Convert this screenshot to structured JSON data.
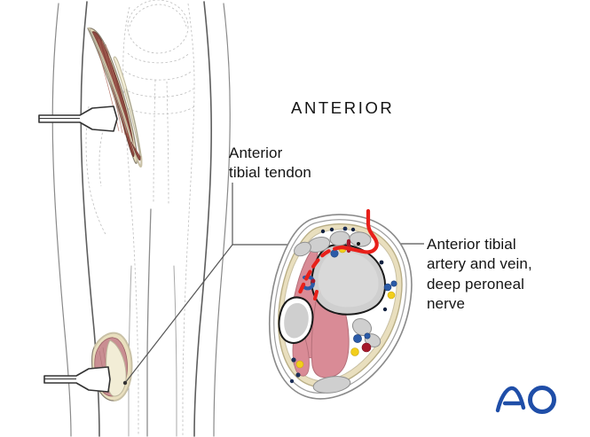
{
  "figure": {
    "title_orientation": "ANTERIOR",
    "description": "Anterior approach to the tibia: surgical exposure on leg with retractors, and axial cross-section of the lower leg",
    "background_color": "#ffffff"
  },
  "labels": {
    "orientation": "ANTERIOR",
    "tendon": "Anterior\ntibial tendon",
    "neurovascular": "Anterior tibial\nartery and vein,\ndeep peroneal\nnerve"
  },
  "logo": {
    "name": "AO",
    "color": "#1F4EA8"
  },
  "colors": {
    "muscle": "#D98B96",
    "muscle_dark": "#8E4A41",
    "bone": "#CCCCCC",
    "bone_outline": "#1A1A1A",
    "fascia": "#E9DFBE",
    "fascia_light": "#F3EBD4",
    "skin_outline": "#6E6E6E",
    "skin_faint": "#B9B9B9",
    "approach_line": "#E8201A",
    "vein": "#2B5BA8",
    "artery": "#A5182A",
    "nerve": "#F2CE1B",
    "leader_line": "#555555",
    "text": "#141414",
    "instrument_fill": "#FFFFFF",
    "instrument_outline": "#333333"
  },
  "leg_illustration": {
    "name": "anterolateral leg with two incisions",
    "incisions": [
      {
        "name": "proximal-incision",
        "contents": [
          "muscle",
          "tibia-bone-surface"
        ],
        "retractor": true
      },
      {
        "name": "distal-incision",
        "contents": [
          "muscle",
          "tibia-bone-surface"
        ],
        "retractor": true
      }
    ]
  },
  "cross_section": {
    "name": "axial-cross-section-lower-leg",
    "structures": [
      {
        "name": "tibia",
        "type": "bone"
      },
      {
        "name": "fibula",
        "type": "bone"
      },
      {
        "name": "anterior-tibial-tendon",
        "type": "tendon"
      },
      {
        "name": "anterior-compartment-muscle",
        "type": "muscle"
      },
      {
        "name": "deep-posterior-muscle",
        "type": "muscle"
      },
      {
        "name": "crural-fascia",
        "type": "fascia"
      }
    ],
    "neurovascular_bundles": [
      {
        "name": "anterior-tibial-artery",
        "color_key": "artery"
      },
      {
        "name": "anterior-tibial-vein",
        "color_key": "vein"
      },
      {
        "name": "deep-peroneal-nerve",
        "color_key": "nerve"
      },
      {
        "name": "posterior-tibial-bundle",
        "color_key": "artery"
      },
      {
        "name": "interosseous-bundle",
        "color_key": "vein"
      }
    ],
    "approach_line": {
      "name": "anterior-surgical-approach",
      "style": "solid-and-dashed-red",
      "color_key": "approach_line"
    }
  },
  "leaders": [
    {
      "name": "leader-tendon",
      "from": "tendon-label",
      "to": "cross-section-anterior-tibial-tendon"
    },
    {
      "name": "leader-neurovascular",
      "from": "neurovascular-label",
      "to": "cross-section-anterior-neurovascular-bundle"
    },
    {
      "name": "leader-distal-incision",
      "from": "distal-incision",
      "to": "cross-section"
    }
  ]
}
